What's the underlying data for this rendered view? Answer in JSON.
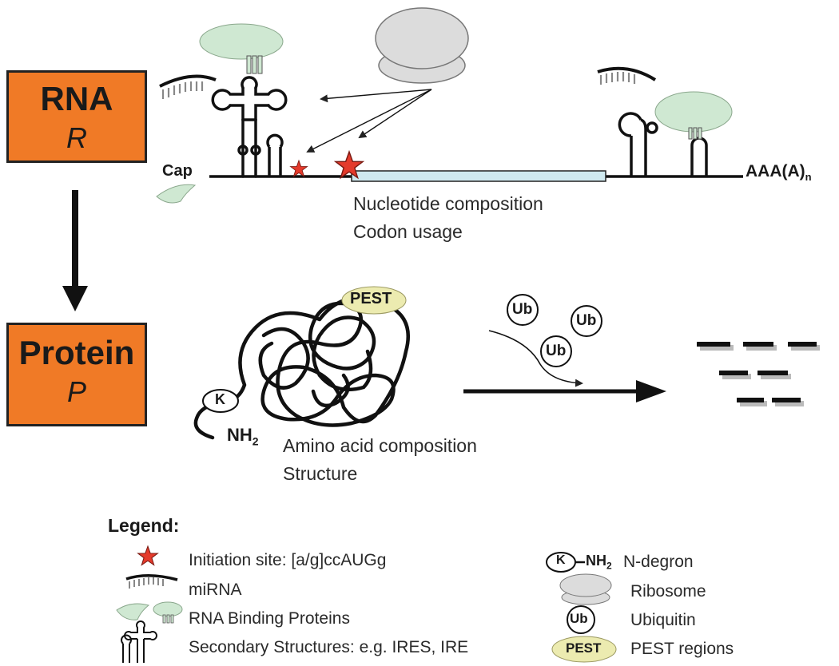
{
  "rna_box": {
    "title": "RNA",
    "symbol": "R"
  },
  "protein_box": {
    "title": "Protein",
    "symbol": "P"
  },
  "mrna": {
    "cap_label": "Cap",
    "polya_label": "AAA(A)",
    "polya_subscript": "n",
    "caption_lines": [
      "Nucleotide composition",
      "Codon usage"
    ]
  },
  "protein": {
    "k_label": "K",
    "nh2_label": "NH",
    "nh2_subscript": "2",
    "pest_label": "PEST",
    "caption_lines": [
      "Amino acid composition",
      "Structure"
    ]
  },
  "ubiquitin_label": "Ub",
  "legend": {
    "title": "Legend:",
    "items_left": [
      "Initiation site: [a/g]ccAUGg",
      "miRNA",
      "RNA Binding Proteins",
      "Secondary Structures: e.g. IRES, IRE"
    ],
    "items_right": [
      "N-degron",
      "Ribosome",
      "Ubiquitin",
      "PEST regions"
    ],
    "k_label": "K",
    "nh2_label": "NH",
    "nh2_subscript": "2",
    "ub_label": "Ub",
    "pest_label": "PEST"
  },
  "colors": {
    "box_fill": "#f07a26",
    "rbp_fill": "#cfe8d2",
    "ribosome_fill": "#dcdcdc",
    "orf_fill": "#cfe9ef",
    "pest_fill": "#ecebb0",
    "star_fill": "#e43a2b"
  },
  "icons": [
    "star-icon",
    "mirna-icon",
    "rna-binding-protein-icon",
    "stem-loop-icon",
    "ribosome-icon",
    "ubiquitin-icon",
    "pest-icon",
    "n-degron-icon"
  ]
}
